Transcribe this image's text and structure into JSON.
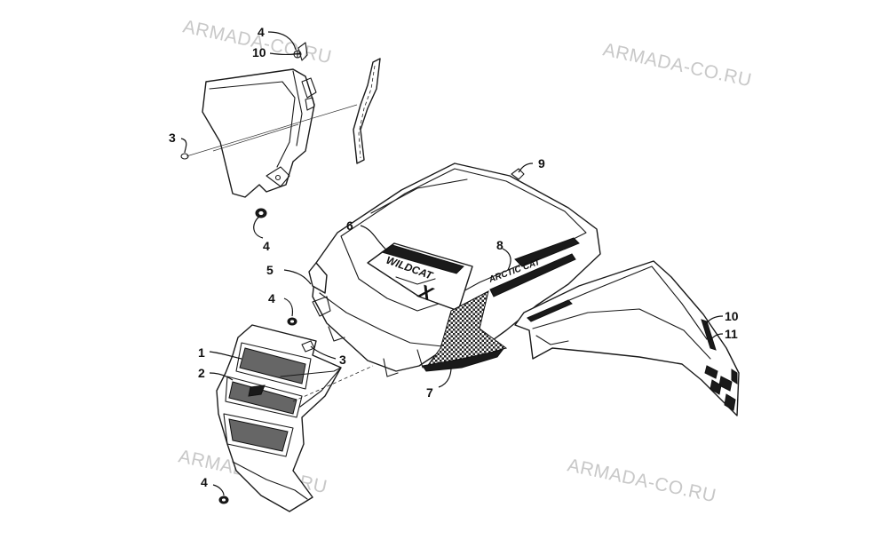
{
  "watermark": {
    "text": "ARMADA-CO.RU"
  },
  "callouts": {
    "top_left_4": "4",
    "top_left_10": "10",
    "top_left_3": "3",
    "top_left_lower_4": "4",
    "center_9": "9",
    "center_6": "6",
    "center_8": "8",
    "left_5": "5",
    "left_4": "4",
    "left_3": "3",
    "left_1": "1",
    "left_2": "2",
    "center_7": "7",
    "right_10": "10",
    "right_11": "11",
    "bottom_4": "4"
  },
  "decals": {
    "wildcat": "WILDCAT",
    "x_mark": "X",
    "arctic_cat": "ARCTIC CAT"
  },
  "colors": {
    "line": "#1a1a1a",
    "watermark": "#c8c8c8",
    "background": "#ffffff"
  }
}
